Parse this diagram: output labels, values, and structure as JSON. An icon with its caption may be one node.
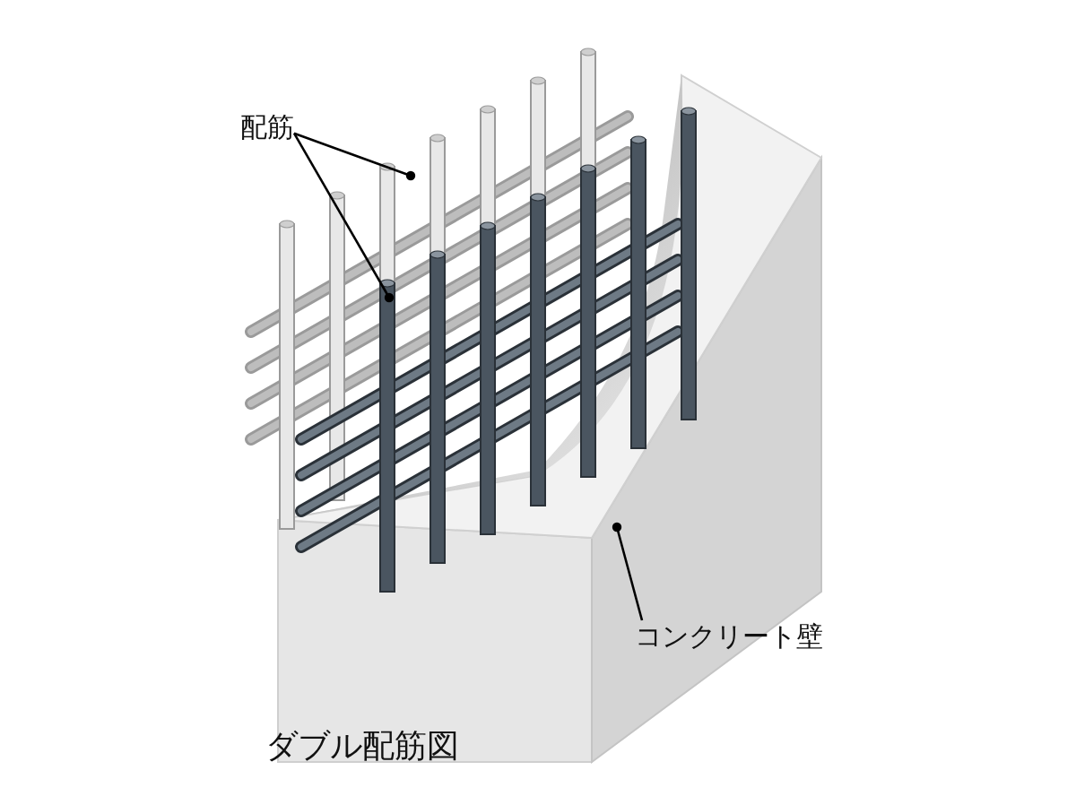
{
  "diagram": {
    "caption": "ダブル配筋図",
    "nodes": [
      {
        "text": [
          "配筋"
        ]
      },
      {
        "text": [],
        "shape": "picture"
      },
      {
        "text": [],
        "shape": "picture"
      },
      {
        "text": [],
        "shape": "picture"
      },
      {
        "text": [
          "コンクリート壁"
        ]
      }
    ],
    "edges": [
      {
        "from": 0,
        "to": 1,
        "arrow": "other"
      },
      {
        "from": 0,
        "to": 2,
        "arrow": "other"
      },
      {
        "from": 4,
        "to": 3,
        "arrow": "other"
      }
    ]
  }
}
